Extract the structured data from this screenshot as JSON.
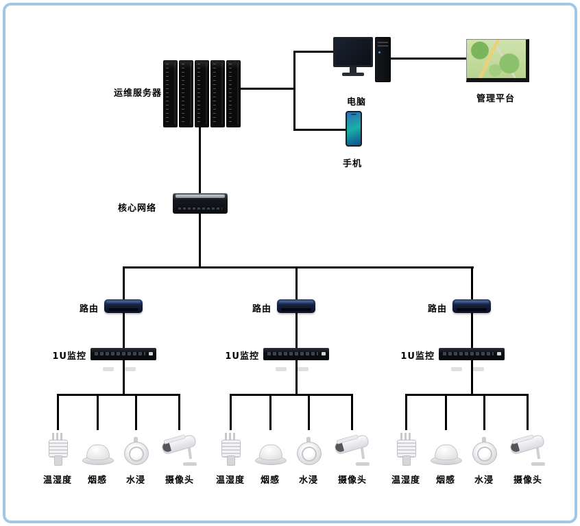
{
  "labels": {
    "server": "运维服务器",
    "computer": "电脑",
    "phone": "手机",
    "platform": "管理平台",
    "core": "核心网络"
  },
  "groups": [
    {
      "router": "路由",
      "monitor": "1U监控",
      "sensors": [
        "温湿度",
        "烟感",
        "水浸",
        "摄像头"
      ]
    },
    {
      "router": "路由",
      "monitor": "1U监控",
      "sensors": [
        "温湿度",
        "烟感",
        "水浸",
        "摄像头"
      ]
    },
    {
      "router": "路由",
      "monitor": "1U监控",
      "sensors": [
        "温湿度",
        "烟感",
        "水浸",
        "摄像头"
      ]
    }
  ],
  "colors": {
    "border": "#9fc7e8",
    "line": "#000000"
  }
}
